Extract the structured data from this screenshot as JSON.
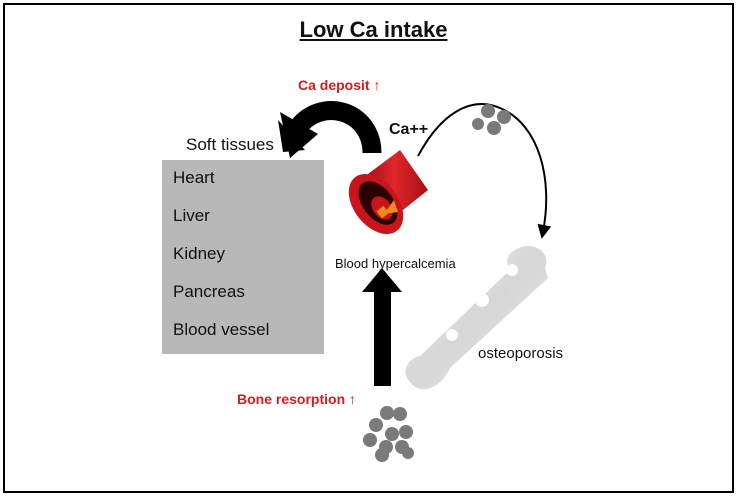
{
  "title": "Low Ca intake",
  "labels": {
    "ca_deposit": "Ca deposit ↑",
    "ca_plus": "Ca++",
    "soft_tissues": "Soft tissues",
    "blood_hypercalcemia": "Blood hypercalcemia",
    "osteoporosis": "osteoporosis",
    "bone_resorption": "Bone resorption ↑"
  },
  "soft_tissues": {
    "items": [
      "Heart",
      "Liver",
      "Kidney",
      "Pancreas",
      "Blood vessel"
    ]
  },
  "colors": {
    "red_text": "#d0201e",
    "soft_box": "#b8b8b8",
    "vessel_red": "#c8141a",
    "particle": "#7a7a7a",
    "bone": "#d9d9d9"
  }
}
